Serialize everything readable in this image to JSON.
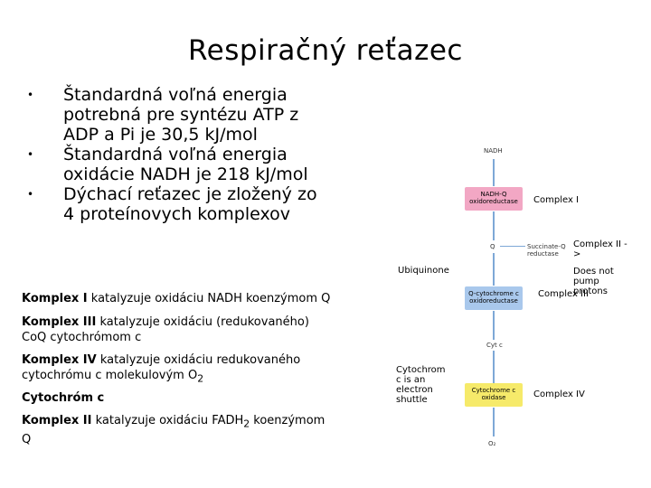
{
  "title": "Respiračný reťazec",
  "bullets": [
    "Štandardná voľná energia potrebná pre syntézu ATP z ADP a Pi je 30,5 kJ/mol",
    "Štandardná voľná energia oxidácie NADH je 218 kJ/mol",
    "Dýchací reťazec je zložený zo 4 proteínovych komplexov"
  ],
  "paragraphs": [
    {
      "bold": "Komplex I",
      "text": " katalyzuje oxidáciu NADH koenzýmom Q"
    },
    {
      "bold": "Komplex III",
      "text": " katalyzuje oxidáciu (redukovaného) CoQ cytochrómom c"
    },
    {
      "bold": "Komplex IV",
      "text": " katalyzuje oxidáciu redukovaného cytochrómu c molekulovým O",
      "sub": "2"
    },
    {
      "bold": "Cytochróm c",
      "text": ""
    },
    {
      "bold": "Komplex II",
      "text": " katalyzuje oxidáciu FADH",
      "sub": "2",
      "tail": " koenzýmom Q"
    }
  ],
  "diagram": {
    "nadh": "NADH",
    "nadh_q": [
      "NADH-Q",
      "oxidoreductase"
    ],
    "q": "Q",
    "succinate_q": [
      "Succinate-Q",
      "reductase"
    ],
    "q_cyt_c": [
      "Q-cytochrome c",
      "oxidoreductase"
    ],
    "cyt_c": "Cyt c",
    "cyt_c_ox": [
      "Cytochrome c",
      "oxidase"
    ],
    "o2": "O₂",
    "label_complex_i": "Complex I",
    "label_complex_ii": "Complex II ->",
    "label_no_pump": "Does not pump protons",
    "label_complex_iii": "Complex III",
    "label_ubiquinone": "Ubiquinone",
    "label_cytochrome_note": "Cytochrom c is an electron shuttle",
    "label_complex_iv": "Complex IV",
    "colors": {
      "pink": "#f2a7c4",
      "blue": "#a9c8ec",
      "yellow": "#f6ea6a",
      "arrow": "#7ea8d6"
    }
  }
}
